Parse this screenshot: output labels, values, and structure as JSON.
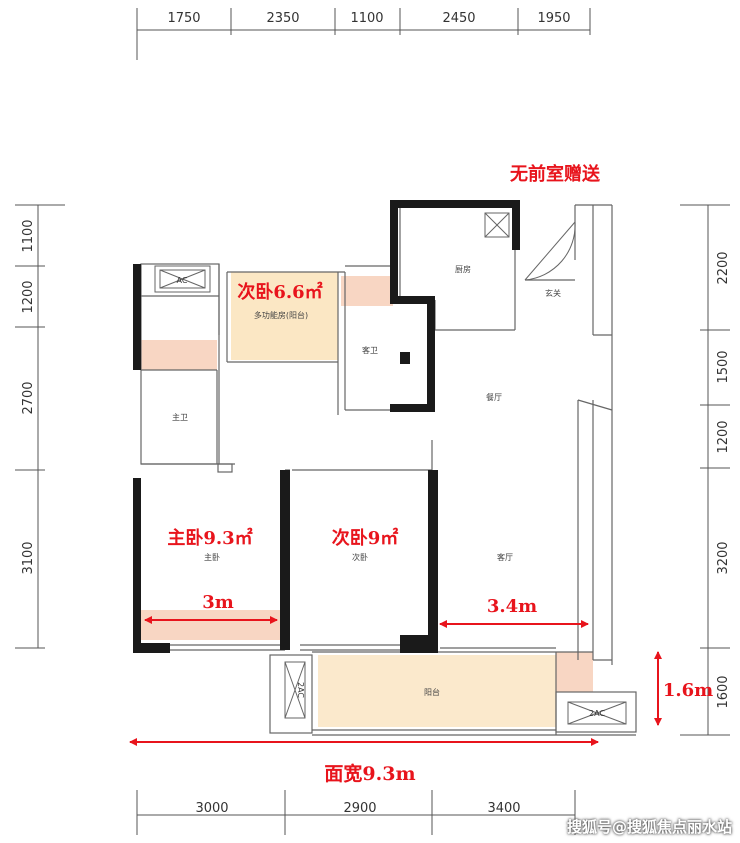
{
  "dimensions": {
    "top": [
      "1750",
      "2350",
      "1100",
      "2450",
      "1950"
    ],
    "bottom": [
      "3000",
      "2900",
      "3400"
    ],
    "left": [
      "1100",
      "1200",
      "2700",
      "3100"
    ],
    "right": [
      "2200",
      "1500",
      "1200",
      "3200",
      "1600"
    ]
  },
  "rooms": {
    "kitchen": "厨房",
    "entrance": "玄关",
    "multi_function": "多功能房(阳台)",
    "guest_bath": "客卫",
    "dining": "餐厅",
    "master_bath": "主卫",
    "master_bed": "主卧",
    "second_bed": "次卧",
    "living": "客厅",
    "balcony": "阳台"
  },
  "annotations": {
    "no_foyer": "无前室赠送",
    "second_bed_small": "次卧6.6㎡",
    "master_bed_area": "主卧9.3㎡",
    "second_bed_area": "次卧9㎡",
    "master_width": "3m",
    "living_width": "3.4m",
    "balcony_depth": "1.6m",
    "frontage": "面宽9.3m"
  },
  "ac_labels": {
    "top": "AC",
    "left": "2AC",
    "right": "2AC"
  },
  "watermark": "搜狐号@搜狐焦点丽水站",
  "colors": {
    "wall": "#1a1a1a",
    "annotation": "#e8141c",
    "multi_room_fill": "#fbe7c4",
    "balcony_fill": "#fbe9cc",
    "window_pink": "#f8d6c3"
  }
}
